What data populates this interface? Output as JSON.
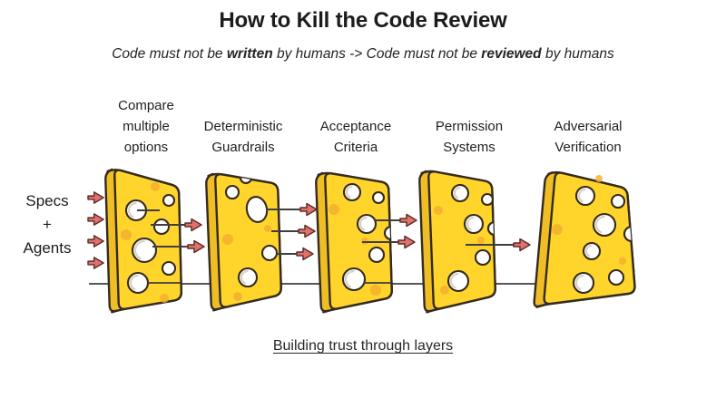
{
  "title": "How to Kill the Code Review",
  "subtitle": {
    "p1": "Code must not be ",
    "b1": "written",
    "p2": " by humans -> Code must not be ",
    "b2": "reviewed",
    "p3": " by humans"
  },
  "input": {
    "label": "Specs\n+\nAgents"
  },
  "layers": [
    {
      "label": "Compare\nmultiple\noptions"
    },
    {
      "label": "Deterministic\nGuardrails"
    },
    {
      "label": "Acceptance\nCriteria"
    },
    {
      "label": "Permission\nSystems"
    },
    {
      "label": "Adversarial\nVerification"
    }
  ],
  "caption": "Building trust through layers",
  "colors": {
    "cheese_face": "#FFD42B",
    "cheese_side": "#EFBE25",
    "outline": "#342B20",
    "spot": "#F2AE2E",
    "hole_shade": "#D8D2C2",
    "arrow_head_fill": "#E0716B",
    "arrow_head_stroke": "#5F2D29",
    "line": "#3F3F3F",
    "text": "#1F1F1F"
  }
}
